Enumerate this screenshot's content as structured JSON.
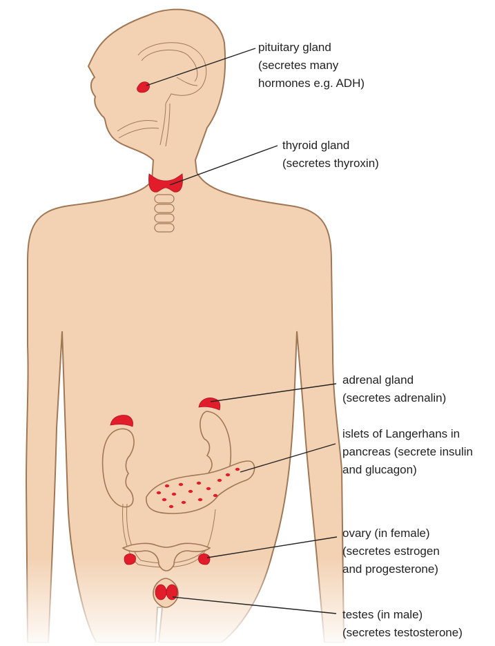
{
  "colors": {
    "skin": "#f3d2b4",
    "outline": "#a07755",
    "gland": "#e11d2c",
    "line": "#222222",
    "text": "#222222"
  },
  "labels": {
    "pituitary": [
      "pituitary gland",
      "(secretes many",
      "hormones e.g. ADH)"
    ],
    "thyroid": [
      "thyroid gland",
      "(secretes thyroxin)"
    ],
    "adrenal": [
      "adrenal gland",
      "(secretes adrenalin)"
    ],
    "islets": [
      "islets of Langerhans in",
      "pancreas (secrete insulin",
      "and glucagon)"
    ],
    "ovary": [
      "ovary (in female)",
      "(secretes estrogen",
      "and progesterone)"
    ],
    "testes": [
      "testes (in male)",
      "(secretes testosterone)"
    ]
  }
}
